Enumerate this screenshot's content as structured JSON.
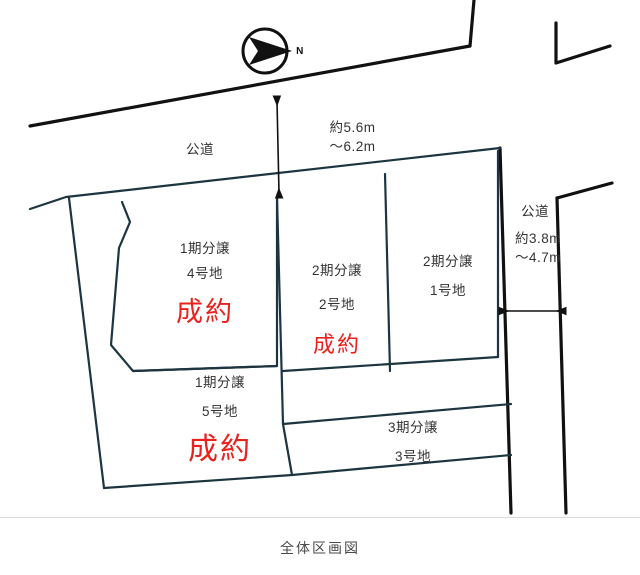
{
  "figure": {
    "caption": "全体区画図",
    "compass": {
      "label": "N",
      "icon": "north-arrow-icon"
    }
  },
  "roads": [
    {
      "id": "north-road",
      "label": "公道",
      "dimension": {
        "line1": "約5.6m",
        "line2": "〜6.2m"
      }
    },
    {
      "id": "east-road",
      "label": "公道",
      "dimension": {
        "line1": "約3.8m",
        "line2": "〜4.7m"
      }
    }
  ],
  "lots": [
    {
      "id": "lot-1ki-4",
      "phase": "1期分譲",
      "number": "4号地",
      "status": "成約",
      "sold": true
    },
    {
      "id": "lot-2ki-2",
      "phase": "2期分譲",
      "number": "2号地",
      "status": "成約",
      "sold": true
    },
    {
      "id": "lot-2ki-1",
      "phase": "2期分譲",
      "number": "1号地",
      "status": "",
      "sold": false
    },
    {
      "id": "lot-1ki-5",
      "phase": "1期分譲",
      "number": "5号地",
      "status": "成約",
      "sold": true
    },
    {
      "id": "lot-3ki-3",
      "phase": "3期分譲",
      "number": "3号地",
      "status": "",
      "sold": false
    }
  ],
  "colors": {
    "lot_boundary": "#1d3540",
    "road_line": "#111111",
    "sold_text": "#e8231e",
    "label_text": "#333333",
    "caption_text": "#4a4a4a",
    "background": "#ffffff"
  }
}
